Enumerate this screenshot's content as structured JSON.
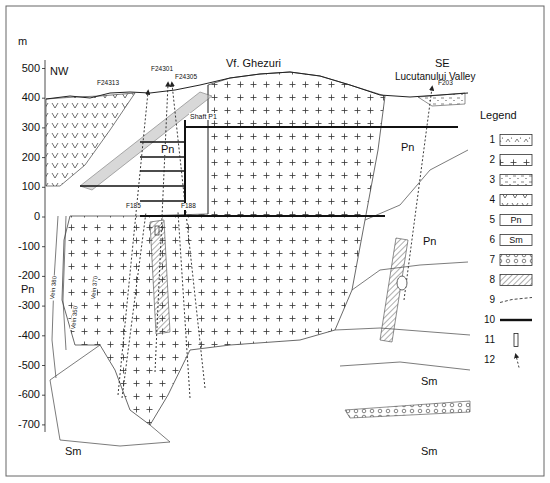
{
  "diagram": {
    "labels": [
      "m",
      "500",
      "400",
      "300",
      "200",
      "100",
      "0",
      "-100",
      "-200",
      "-300",
      "-400",
      "-500",
      "-600",
      "-700",
      "NW",
      "Vf. Ghezuri",
      "SE",
      "Lucutanului Valley",
      "F24313",
      "F24301",
      "F24305",
      "F203",
      "Shaft P1",
      "F185",
      "F188",
      "Vein 380",
      "Vein 350",
      "Vein 370",
      "Pn",
      "Pn",
      "Pn",
      "Pn",
      "Sm",
      "Sm",
      "Sm",
      "Legend",
      "Pn",
      "Sm"
    ],
    "legend": [
      {
        "text": "1"
      },
      {
        "text": "2"
      },
      {
        "text": "3"
      },
      {
        "text": "4"
      },
      {
        "text": "5"
      },
      {
        "text": "6"
      },
      {
        "text": "7"
      },
      {
        "text": "8"
      },
      {
        "text": "9"
      },
      {
        "text": "10"
      },
      {
        "text": "11"
      },
      {
        "text": "12"
      }
    ]
  }
}
